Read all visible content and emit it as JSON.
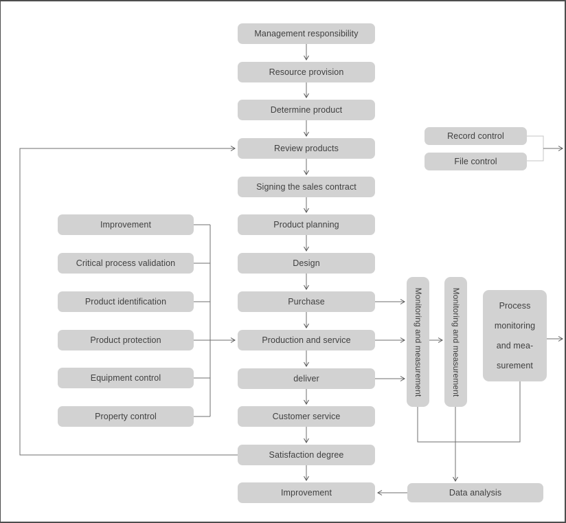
{
  "diagram": {
    "type": "flowchart",
    "colors": {
      "box_fill": "#d2d2d2",
      "box_text": "#3f3f3f",
      "line": "#6e6e6e",
      "arrow": "#555555",
      "bracket": "#c4c4c4",
      "canvas_border": "#4d4d4d",
      "background": "#ffffff"
    },
    "main_flow": [
      {
        "label": "Management responsibility"
      },
      {
        "label": "Resource provision"
      },
      {
        "label": "Determine product"
      },
      {
        "label": "Review products"
      },
      {
        "label": "Signing the sales contract"
      },
      {
        "label": "Product planning"
      },
      {
        "label": "Design"
      },
      {
        "label": "Purchase"
      },
      {
        "label": "Production and service"
      },
      {
        "label": "deliver"
      },
      {
        "label": "Customer service"
      },
      {
        "label": "Satisfaction degree"
      },
      {
        "label": "Improvement"
      }
    ],
    "support_flow": [
      {
        "label": "Improvement"
      },
      {
        "label": "Critical process validation"
      },
      {
        "label": "Product identification"
      },
      {
        "label": "Product protection"
      },
      {
        "label": "Equipment control"
      },
      {
        "label": "Property control"
      }
    ],
    "document_control": [
      {
        "label": "Record control"
      },
      {
        "label": "File control"
      }
    ],
    "monitoring_columns": [
      {
        "label": "Monitoring and measurement"
      },
      {
        "label": "Monitoring and measurement"
      }
    ],
    "process_monitoring": {
      "label": "Process monitoring and mea-surement",
      "lines": [
        "Process",
        "monitoring",
        "and mea-",
        "surement"
      ]
    },
    "data_analysis": {
      "label": "Data analysis"
    }
  }
}
